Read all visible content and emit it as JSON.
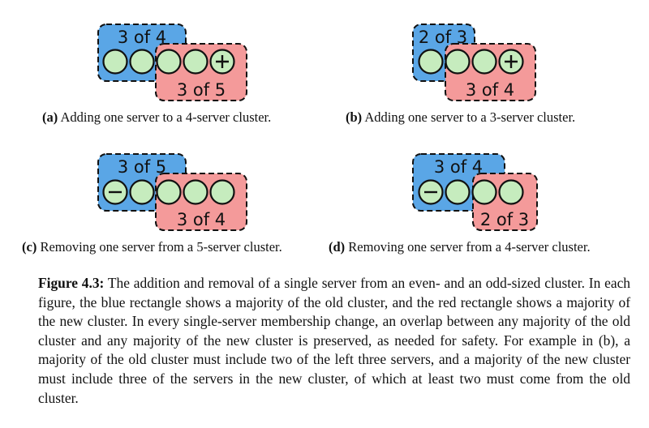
{
  "colors": {
    "old_cluster": "#5aa6e6",
    "new_cluster": "#f49a9a",
    "server": "#c6ecbe",
    "outline": "#111111"
  },
  "panels": [
    {
      "id": "a",
      "old_label": "3 of 4",
      "new_label": "3 of 5",
      "servers": [
        "plain",
        "plain",
        "plain",
        "plain",
        "plus"
      ],
      "caption_label": "(a)",
      "caption_text": " Adding one server to a 4-server cluster."
    },
    {
      "id": "b",
      "old_label": "2 of 3",
      "new_label": "3 of 4",
      "servers": [
        "plain",
        "plain",
        "plain",
        "plus"
      ],
      "caption_label": "(b)",
      "caption_text": " Adding one server to a 3-server cluster."
    },
    {
      "id": "c",
      "old_label": "3 of 5",
      "new_label": "3 of 4",
      "servers": [
        "minus",
        "plain",
        "plain",
        "plain",
        "plain"
      ],
      "caption_label": "(c)",
      "caption_text": " Removing one server from a 5-server cluster."
    },
    {
      "id": "d",
      "old_label": "3 of 4",
      "new_label": "2 of 3",
      "servers": [
        "minus",
        "plain",
        "plain",
        "plain"
      ],
      "caption_label": "(d)",
      "caption_text": " Removing one server from a 4-server cluster."
    }
  ],
  "figure_caption": {
    "label": "Figure 4.3:",
    "text": " The addition and removal of a single server from an even- and an odd-sized cluster. In each figure, the blue rectangle shows a majority of the old cluster, and the red rectangle shows a majority of the new cluster. In every single-server membership change, an overlap between any majority of the old cluster and any majority of the new cluster is preserved, as needed for safety. For example in (b), a majority of the old cluster must include two of the left three servers, and a majority of the new cluster must include three of the servers in the new cluster, of which at least two must come from the old cluster."
  }
}
